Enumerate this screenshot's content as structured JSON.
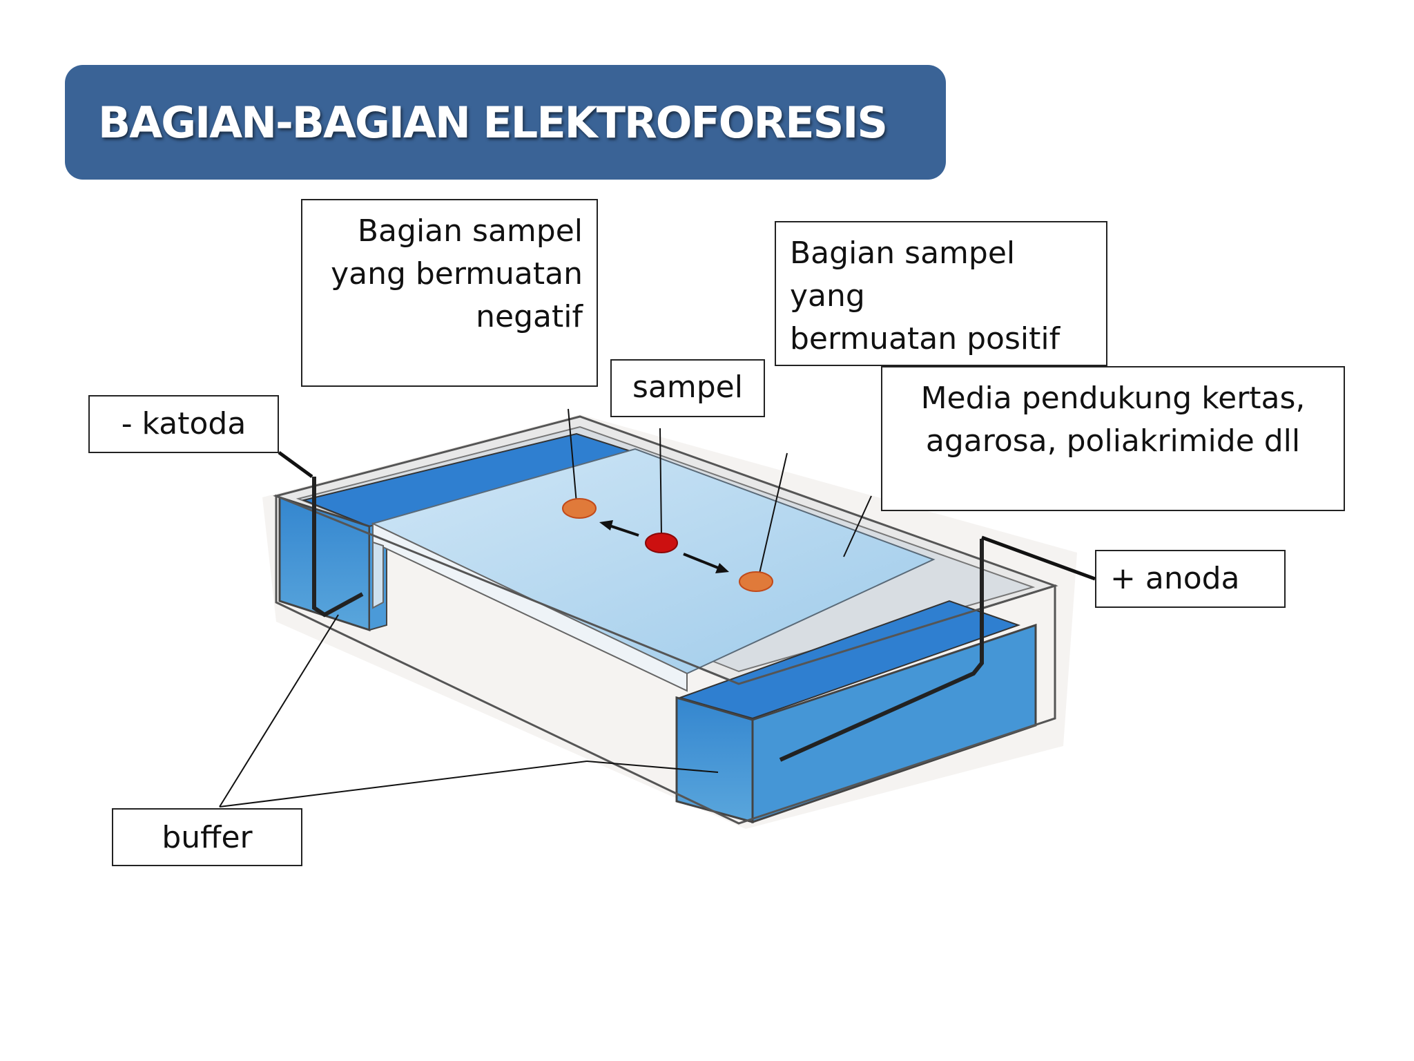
{
  "slide": {
    "title": "BAGIAN-BAGIAN ELEKTROFORESIS"
  },
  "labels": {
    "negatif": [
      "Bagian sampel",
      "yang bermuatan",
      "negatif"
    ],
    "positif": [
      "Bagian sampel yang",
      "bermuatan positif"
    ],
    "sampel": "sampel",
    "media": [
      "Media pendukung kertas,",
      "agarosa, poliakrimide dll"
    ],
    "katoda": "- katoda",
    "anoda": "+ anoda",
    "buffer": "buffer"
  },
  "colors": {
    "title_bg": "#3a6396",
    "buffer_blue": "#3d8fd1",
    "gel_blue": "#b3d9f0",
    "sample_red": "#cc1010",
    "band_orange": "#e07a3a"
  }
}
